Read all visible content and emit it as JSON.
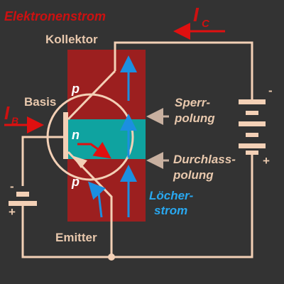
{
  "title": "Elektronenstrom",
  "labels": {
    "kollektor": "Kollektor",
    "basis": "Basis",
    "emitter": "Emitter",
    "p_top": "p",
    "n_mid": "n",
    "p_bottom": "p",
    "ic_main": "I",
    "ic_sub": "C",
    "ib_main": "I",
    "ib_sub": "B",
    "sperr_line1": "Sperr-",
    "sperr_line2": "polung",
    "durch_line1": "Durchlass-",
    "durch_line2": "polung",
    "loecher_line1": "Löcher-",
    "loecher_line2": "strom",
    "bat_right_minus": "-",
    "bat_right_plus": "+",
    "bat_left_minus": "-",
    "bat_left_plus": "+"
  },
  "colors": {
    "background": "#333333",
    "red_region": "#9c1f1f",
    "teal_band": "#0fa3a0",
    "wire": "#f3d0b6",
    "label": "#e8c8ad",
    "electron_arrow": "#e01010",
    "hole_arrow": "#1c8fe0",
    "title": "#cc1111",
    "hole_label": "#29a8f0"
  }
}
